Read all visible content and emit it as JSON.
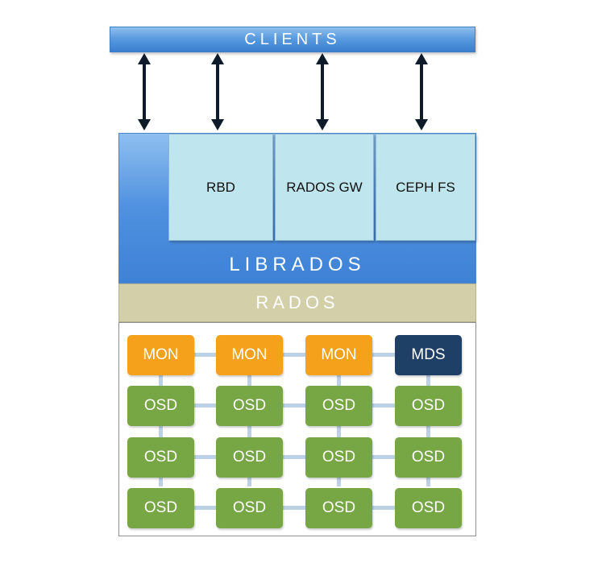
{
  "clients": {
    "label": "CLIENTS"
  },
  "librados": {
    "label": "LIBRADOS"
  },
  "interfaces": [
    "RBD",
    "RADOS GW",
    "CEPH FS"
  ],
  "rados": {
    "label": "RADOS"
  },
  "cluster": {
    "row1": [
      "MON",
      "MON",
      "MON",
      "MDS"
    ],
    "row2": [
      "OSD",
      "OSD",
      "OSD",
      "OSD"
    ],
    "row3": [
      "OSD",
      "OSD",
      "OSD",
      "OSD"
    ],
    "row4": [
      "OSD",
      "OSD",
      "OSD",
      "OSD"
    ]
  },
  "colors": {
    "clients_bar": "#5a9be0",
    "librados": "#4f90df",
    "interface_box": "#bfe6ee",
    "rados_bar": "#d3cfa9",
    "mon": "#f5a11c",
    "mds": "#1e3f66",
    "osd": "#77a645",
    "arrow": "#0d1b2a"
  }
}
